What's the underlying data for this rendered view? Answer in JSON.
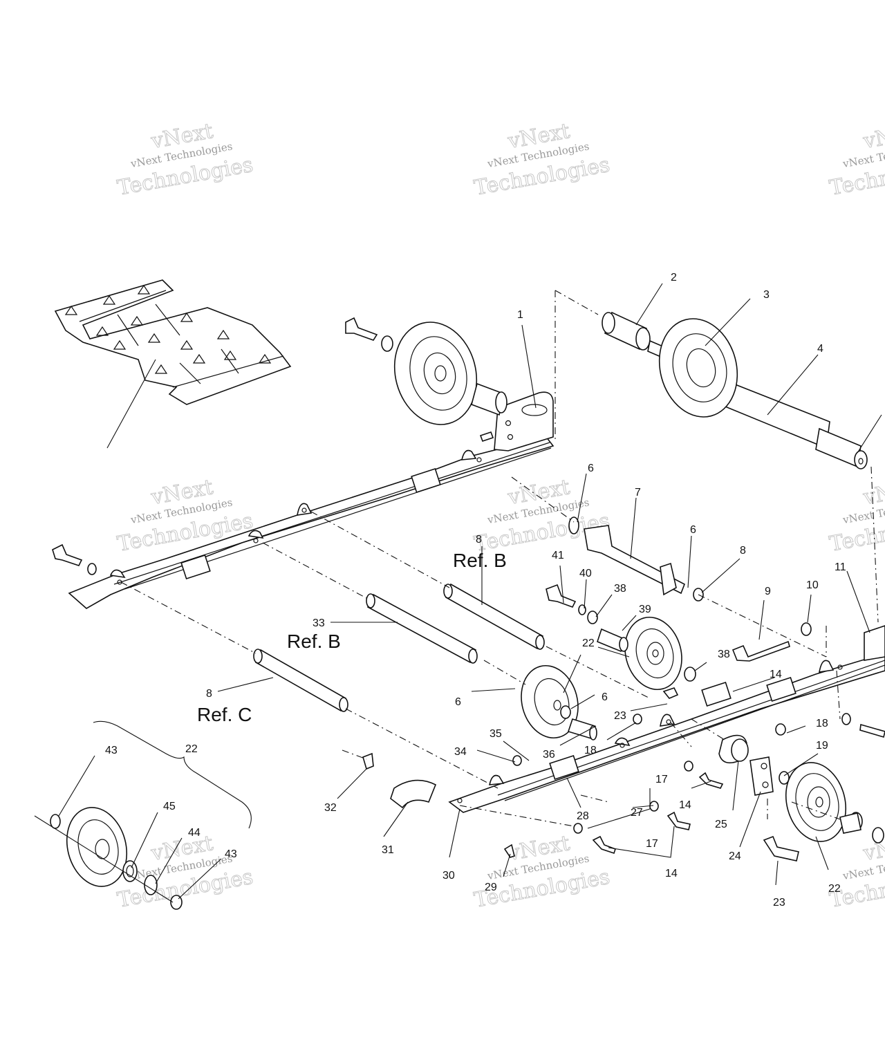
{
  "watermarks": [
    {
      "line1": "vNext Technologies",
      "line2": "vNext",
      "line3": "Technologies"
    },
    {
      "line1": "vNext Technologies",
      "line2": "vNext",
      "line3": "Technologies"
    },
    {
      "line1": "vNext Technologies",
      "line2": "vNext",
      "line3": "Technologies"
    },
    {
      "line1": "vNext Technologies",
      "line2": "vNext",
      "line3": "Technologies"
    },
    {
      "line1": "vNext Technologies",
      "line2": "vNext",
      "line3": "Technologies"
    },
    {
      "line1": "vNext Technologies",
      "line2": "vNext",
      "line3": "Technologies"
    },
    {
      "line1": "vNext Technologies",
      "line2": "vNext",
      "line3": "Technologies"
    },
    {
      "line1": "vNext Technologies",
      "line2": "vNext",
      "line3": "Technologies"
    },
    {
      "line1": "vNext Technologies",
      "line2": "vNext",
      "line3": "Technologies"
    }
  ],
  "references": [
    "Ref. B",
    "Ref. B",
    "Ref. C"
  ],
  "callouts": [
    "1",
    "2",
    "3",
    "4",
    "6",
    "7",
    "8",
    "6",
    "8",
    "41",
    "40",
    "38",
    "39",
    "9",
    "10",
    "11",
    "22",
    "33",
    "38",
    "14",
    "6",
    "8",
    "6",
    "23",
    "18",
    "18",
    "19",
    "43",
    "22",
    "35",
    "34",
    "36",
    "45",
    "44",
    "43",
    "32",
    "31",
    "30",
    "28",
    "27",
    "17",
    "14",
    "25",
    "24",
    "22",
    "29",
    "17",
    "14",
    "23"
  ]
}
